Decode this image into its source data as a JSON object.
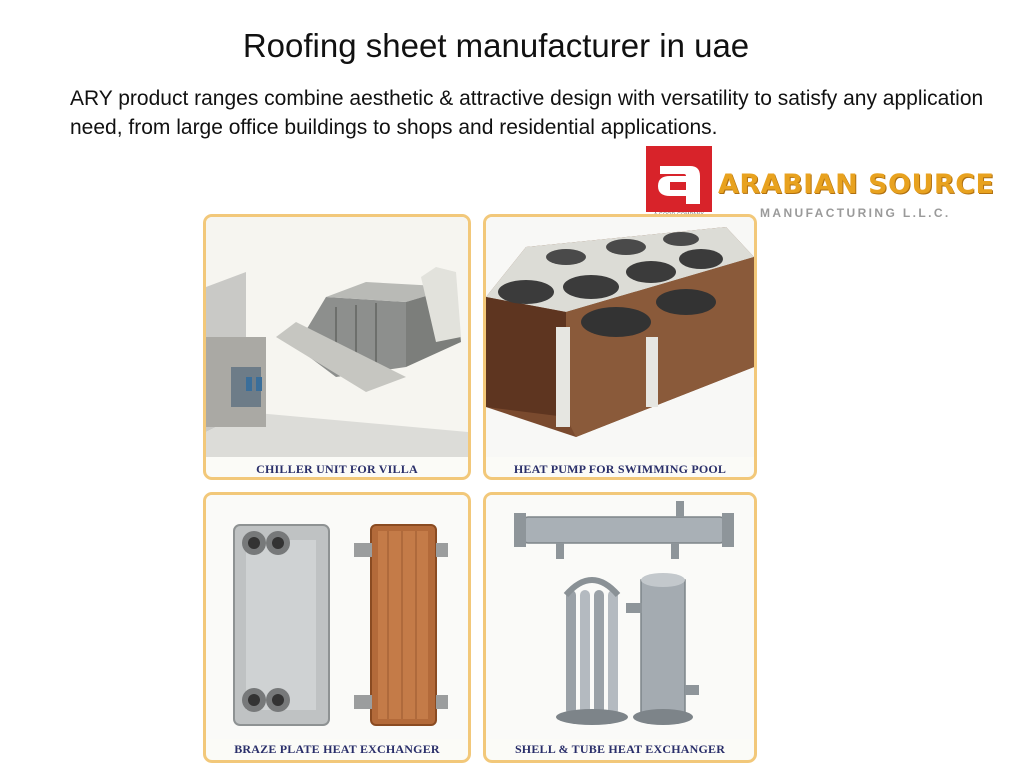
{
  "slide": {
    "title": "Roofing sheet manufacturer in uae",
    "body": "ARY product ranges combine aesthetic & attractive design with versatility to satisfy any application need, from large office buildings to shops and residential applications."
  },
  "logo": {
    "name": "ARABIAN SOURCE",
    "subtitle": "MANUFACTURING L.L.C.",
    "small_text": "A GOOD COMPANY",
    "mark_color": "#d8232a",
    "name_color": "#e8a21f",
    "icon": "arabian-source-logo-mark"
  },
  "products": [
    {
      "caption": "CHILLER UNIT FOR VILLA",
      "image": "chiller-unit-photo"
    },
    {
      "caption": "HEAT PUMP FOR SWIMMING POOL",
      "image": "heat-pump-photo"
    },
    {
      "caption": "BRAZE PLATE HEAT EXCHANGER",
      "image": "braze-plate-exchanger-photo"
    },
    {
      "caption": "SHELL & TUBE HEAT EXCHANGER",
      "image": "shell-tube-exchanger-photo"
    }
  ],
  "colors": {
    "panel_border": "#f2c87a",
    "caption_text": "#2a2f6a"
  }
}
